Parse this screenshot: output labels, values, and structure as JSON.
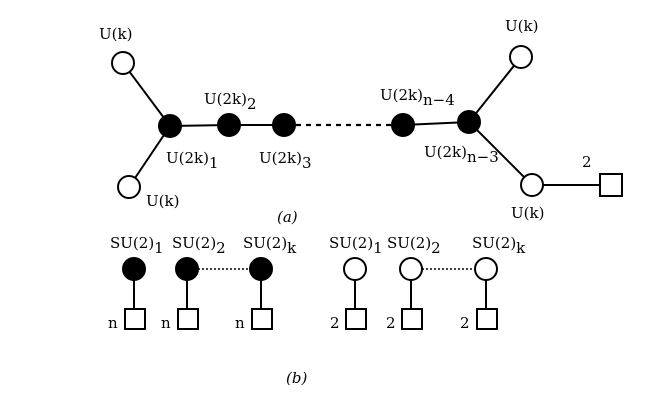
{
  "part_a": {
    "caption": "(a)",
    "nodes": {
      "tl": {
        "base": "U(k)",
        "sub": ""
      },
      "bl": {
        "base": "U(k)",
        "sub": ""
      },
      "c1": {
        "base": "U(2k)",
        "sub": "1"
      },
      "c2": {
        "base": "U(2k)",
        "sub": "2"
      },
      "c3": {
        "base": "U(2k)",
        "sub": "3"
      },
      "c4": {
        "base": "U(2k)",
        "sub": "n−4"
      },
      "c5": {
        "base": "U(2k)",
        "sub": "n−3"
      },
      "tr": {
        "base": "U(k)",
        "sub": ""
      },
      "br": {
        "base": "U(k)",
        "sub": ""
      }
    },
    "flavor": {
      "label": "2"
    }
  },
  "part_b": {
    "caption": "(b)",
    "left_chain": {
      "node_base": "SU(2)",
      "subs": [
        "1",
        "2",
        "k"
      ],
      "flavor_label": "n"
    },
    "right_chain": {
      "node_base": "SU(2)",
      "subs": [
        "1",
        "2",
        "k"
      ],
      "flavor_label": "2"
    }
  }
}
